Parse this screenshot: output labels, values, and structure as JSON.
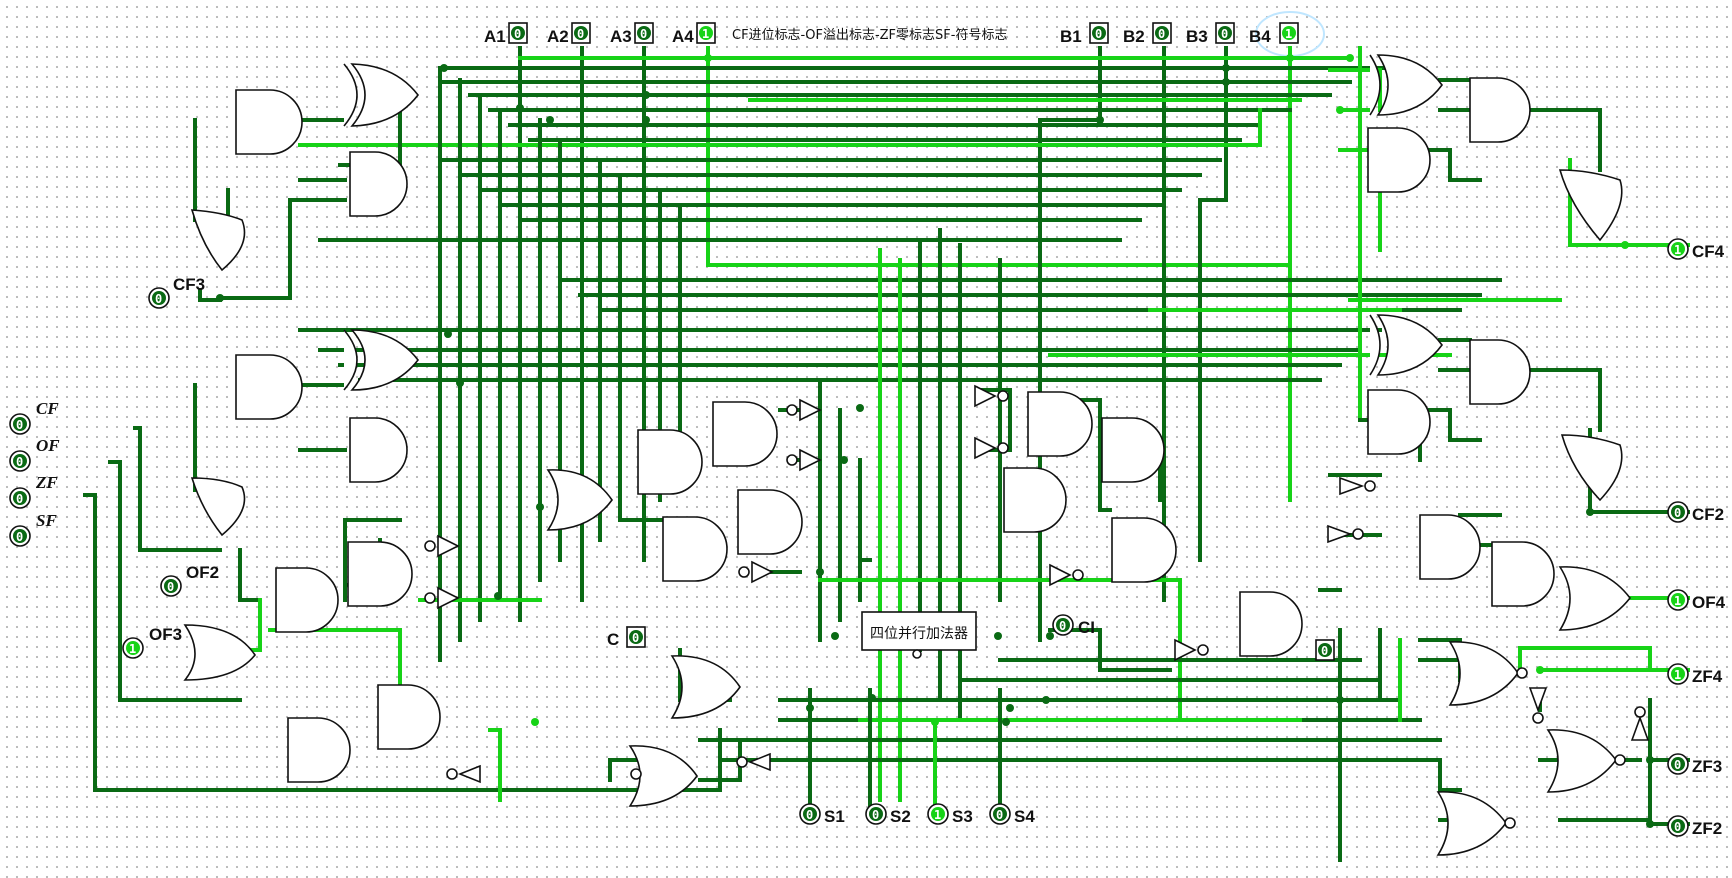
{
  "title": "CF进位标志-OF溢出标志-ZF零标志SF-符号标志",
  "adder_label": "四位并行加法器",
  "inputs_a": [
    {
      "label": "A1",
      "value": "0"
    },
    {
      "label": "A2",
      "value": "0"
    },
    {
      "label": "A3",
      "value": "0"
    },
    {
      "label": "A4",
      "value": "1"
    }
  ],
  "inputs_b": [
    {
      "label": "B1",
      "value": "0"
    },
    {
      "label": "B2",
      "value": "0"
    },
    {
      "label": "B3",
      "value": "0"
    },
    {
      "label": "B4",
      "value": "1"
    }
  ],
  "carry_in": {
    "label": "C",
    "value": "0"
  },
  "constant": {
    "value": "0"
  },
  "flags_left": [
    {
      "label": "CF",
      "value": "0"
    },
    {
      "label": "OF",
      "value": "0"
    },
    {
      "label": "ZF",
      "value": "0"
    },
    {
      "label": "SF",
      "value": "0"
    }
  ],
  "intermediate": [
    {
      "label": "CF3",
      "value": "0"
    },
    {
      "label": "OF2",
      "value": "0"
    },
    {
      "label": "OF3",
      "value": "1"
    },
    {
      "label": "CI",
      "value": "0"
    }
  ],
  "sums": [
    {
      "label": "S1",
      "value": "0"
    },
    {
      "label": "S2",
      "value": "0"
    },
    {
      "label": "S3",
      "value": "1"
    },
    {
      "label": "S4",
      "value": "0"
    }
  ],
  "outputs_right": [
    {
      "label": "CF4",
      "value": "1"
    },
    {
      "label": "CF2",
      "value": "0"
    },
    {
      "label": "OF4",
      "value": "1"
    },
    {
      "label": "ZF4",
      "value": "1"
    },
    {
      "label": "ZF3",
      "value": "0"
    },
    {
      "label": "ZF2",
      "value": "0"
    }
  ],
  "colors": {
    "wire_low": "#0a6a14",
    "wire_high": "#17d317",
    "background": "#ffffff",
    "grid_dot": "#b9b9b9",
    "selection": "#bfe6ff"
  }
}
